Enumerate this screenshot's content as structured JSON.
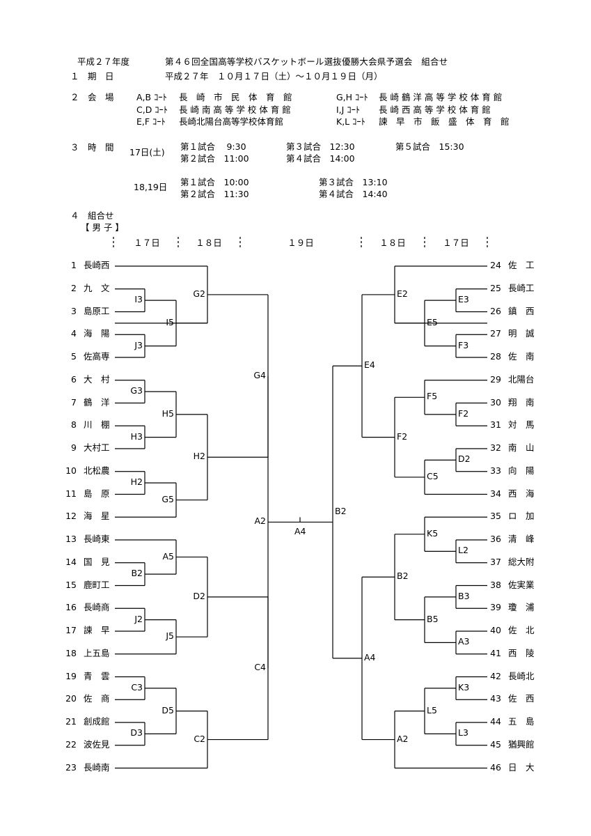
{
  "header": {
    "year": "平成２７年度",
    "title": "第４６回全国高等学校バスケットボール選抜優勝大会県予選会　組合せ"
  },
  "period": {
    "label": "１　期　日",
    "value": "平成２７年　１０月１７日（土）～１０月１９日（月）"
  },
  "venue": {
    "label": "２　会　場",
    "courts": [
      {
        "court": "A,B ｺｰﾄ",
        "name": "長　崎　市　民　体　育　館"
      },
      {
        "court": "C,D ｺｰﾄ",
        "name": "長 崎 南 高 等 学 校 体 育 館"
      },
      {
        "court": "E,F ｺｰﾄ",
        "name": "長崎北陽台高等学校体育館"
      },
      {
        "court": "G,H ｺｰﾄ",
        "name": "長 崎 鶴 洋 高 等 学 校 体 育 館"
      },
      {
        "court": "I,J ｺｰﾄ",
        "name": "長 崎 西 高 等 学 校 体 育 館"
      },
      {
        "court": "K,L ｺｰﾄ",
        "name": "諫　早　市　飯　盛　体　育　館"
      }
    ]
  },
  "time": {
    "label": "３　時　間",
    "day1": {
      "label": "17日(土)",
      "games": [
        "第１試合　 9:30",
        "第３試合　12:30",
        "第５試合　15:30",
        "第２試合　11:00",
        "第４試合　14:00"
      ]
    },
    "day2": {
      "label": "18,19日",
      "games": [
        "第１試合　10:00",
        "第３試合　13:10",
        "第２試合　11:30",
        "第４試合　14:40"
      ]
    }
  },
  "section": {
    "label": "４　組合せ",
    "division": "【 男 子 】"
  },
  "rounds": {
    "left": [
      "１７日",
      "１８日"
    ],
    "center": "１９日",
    "right": [
      "１８日",
      "１７日"
    ]
  },
  "left_teams": [
    {
      "num": "1",
      "name": "長崎西"
    },
    {
      "num": "2",
      "name": "九　文"
    },
    {
      "num": "3",
      "name": "島原工"
    },
    {
      "num": "4",
      "name": "海　陽"
    },
    {
      "num": "5",
      "name": "佐高専"
    },
    {
      "num": "6",
      "name": "大　村"
    },
    {
      "num": "7",
      "name": "鶴　洋"
    },
    {
      "num": "8",
      "name": "川　棚"
    },
    {
      "num": "9",
      "name": "大村工"
    },
    {
      "num": "10",
      "name": "北松農"
    },
    {
      "num": "11",
      "name": "島　原"
    },
    {
      "num": "12",
      "name": "海　星"
    },
    {
      "num": "13",
      "name": "長崎東"
    },
    {
      "num": "14",
      "name": "国　見"
    },
    {
      "num": "15",
      "name": "鹿町工"
    },
    {
      "num": "16",
      "name": "長崎商"
    },
    {
      "num": "17",
      "name": "諫　早"
    },
    {
      "num": "18",
      "name": "上五島"
    },
    {
      "num": "19",
      "name": "青　雲"
    },
    {
      "num": "20",
      "name": "佐　商"
    },
    {
      "num": "21",
      "name": "創成館"
    },
    {
      "num": "22",
      "name": "波佐見"
    },
    {
      "num": "23",
      "name": "長崎南"
    }
  ],
  "right_teams": [
    {
      "num": "24",
      "name": "佐　工"
    },
    {
      "num": "25",
      "name": "長崎工"
    },
    {
      "num": "26",
      "name": "鎮　西"
    },
    {
      "num": "27",
      "name": "明　誠"
    },
    {
      "num": "28",
      "name": "佐　南"
    },
    {
      "num": "29",
      "name": "北陽台"
    },
    {
      "num": "30",
      "name": "翔　南"
    },
    {
      "num": "31",
      "name": "対　馬"
    },
    {
      "num": "32",
      "name": "南　山"
    },
    {
      "num": "33",
      "name": "向　陽"
    },
    {
      "num": "34",
      "name": "西　海"
    },
    {
      "num": "35",
      "name": "ロ　加"
    },
    {
      "num": "36",
      "name": "清　峰"
    },
    {
      "num": "37",
      "name": "総大附"
    },
    {
      "num": "38",
      "name": "佐実業"
    },
    {
      "num": "39",
      "name": "瓊　浦"
    },
    {
      "num": "40",
      "name": "佐　北"
    },
    {
      "num": "41",
      "name": "西　陵"
    },
    {
      "num": "42",
      "name": "長崎北"
    },
    {
      "num": "43",
      "name": "佐　西"
    },
    {
      "num": "44",
      "name": "五　島"
    },
    {
      "num": "45",
      "name": "猶興館"
    },
    {
      "num": "46",
      "name": "日　大"
    }
  ],
  "left_codes": [
    "I3",
    "I5",
    "J3",
    "G2",
    "G3",
    "H5",
    "H3",
    "H2",
    "H2",
    "G5",
    "G4",
    "A5",
    "B2",
    "D2",
    "J2",
    "J5",
    "C3",
    "D5",
    "D3",
    "C2",
    "C4",
    "A2"
  ],
  "right_codes": [
    "E2",
    "E3",
    "E5",
    "F3",
    "E4",
    "F5",
    "F2",
    "F2",
    "D2",
    "C5",
    "K5",
    "L2",
    "B2",
    "B3",
    "B5",
    "A3",
    "A4",
    "K3",
    "L5",
    "L3",
    "A2",
    "B2"
  ],
  "final_code": "A4"
}
